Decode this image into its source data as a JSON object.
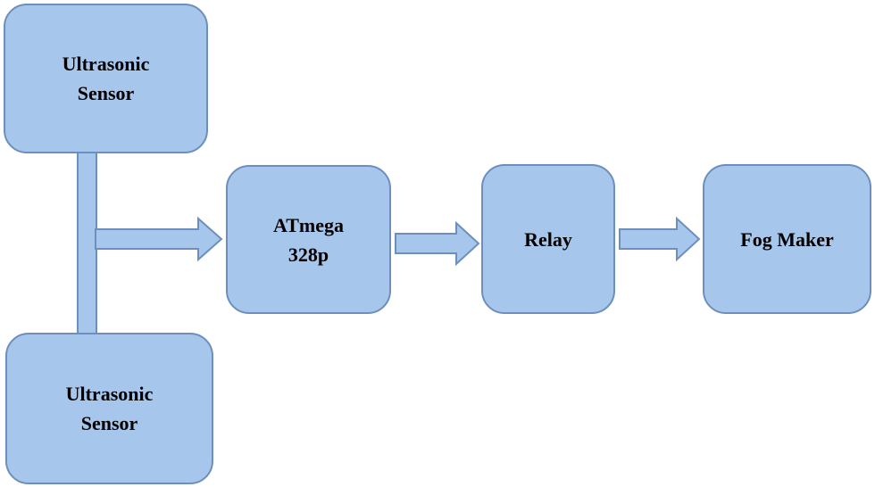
{
  "diagram": {
    "colors": {
      "block_fill": "#a7c6ec",
      "block_border": "#6d8fbd",
      "text": "#000000"
    },
    "blocks": {
      "sensor_top": {
        "label": "Ultrasonic\nSensor"
      },
      "sensor_bottom": {
        "label": "Ultrasonic\nSensor"
      },
      "mcu": {
        "label": "ATmega\n328p"
      },
      "relay": {
        "label": "Relay"
      },
      "fog_maker": {
        "label": "Fog Maker"
      }
    },
    "connections": [
      {
        "from": "Ultrasonic Sensor",
        "to": "ATmega 328p"
      },
      {
        "from": "Ultrasonic Sensor",
        "to": "ATmega 328p"
      },
      {
        "from": "ATmega 328p",
        "to": "Relay"
      },
      {
        "from": "Relay",
        "to": "Fog Maker"
      }
    ]
  }
}
